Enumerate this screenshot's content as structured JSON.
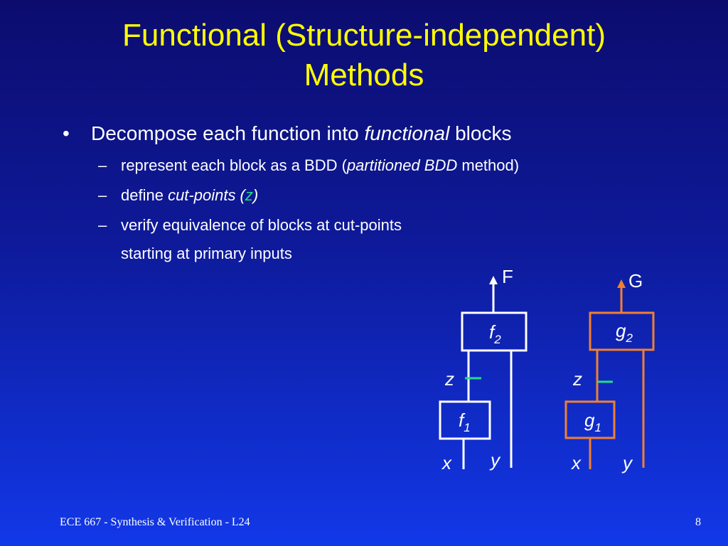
{
  "title": {
    "line1": "Functional (Structure-independent)",
    "line2": "Methods"
  },
  "bullets": {
    "main": {
      "bullet": "•",
      "before": "Decompose each function into ",
      "em": "functional",
      "after": " blocks"
    },
    "sub1": {
      "dash": "–",
      "before": "represent each block as  a BDD (",
      "em": "partitioned BDD",
      "after": " method)"
    },
    "sub2": {
      "dash": "–",
      "before": "define ",
      "em": "cut-points (",
      "var": "z",
      "close": ")"
    },
    "sub3": {
      "dash": "–",
      "text": "verify equivalence of blocks at cut-points"
    },
    "sub3_cont": "starting at primary inputs"
  },
  "diagram": {
    "colors": {
      "f_circuit": "#ffffff",
      "g_circuit": "#f08030",
      "cut_mark": "#22dd88"
    },
    "f_circuit": {
      "output": "F",
      "top_block": {
        "name": "f",
        "sub": "2"
      },
      "bottom_block": {
        "name": "f",
        "sub": "1"
      },
      "cut_label": "z",
      "inputs": [
        "x",
        "y"
      ]
    },
    "g_circuit": {
      "output": "G",
      "top_block": {
        "name": "g",
        "sub": "2"
      },
      "bottom_block": {
        "name": "g",
        "sub": "1"
      },
      "cut_label": "z",
      "inputs": [
        "x",
        "y"
      ]
    }
  },
  "footer": {
    "left": "ECE 667 - Synthesis & Verification - L24",
    "page": "8"
  }
}
